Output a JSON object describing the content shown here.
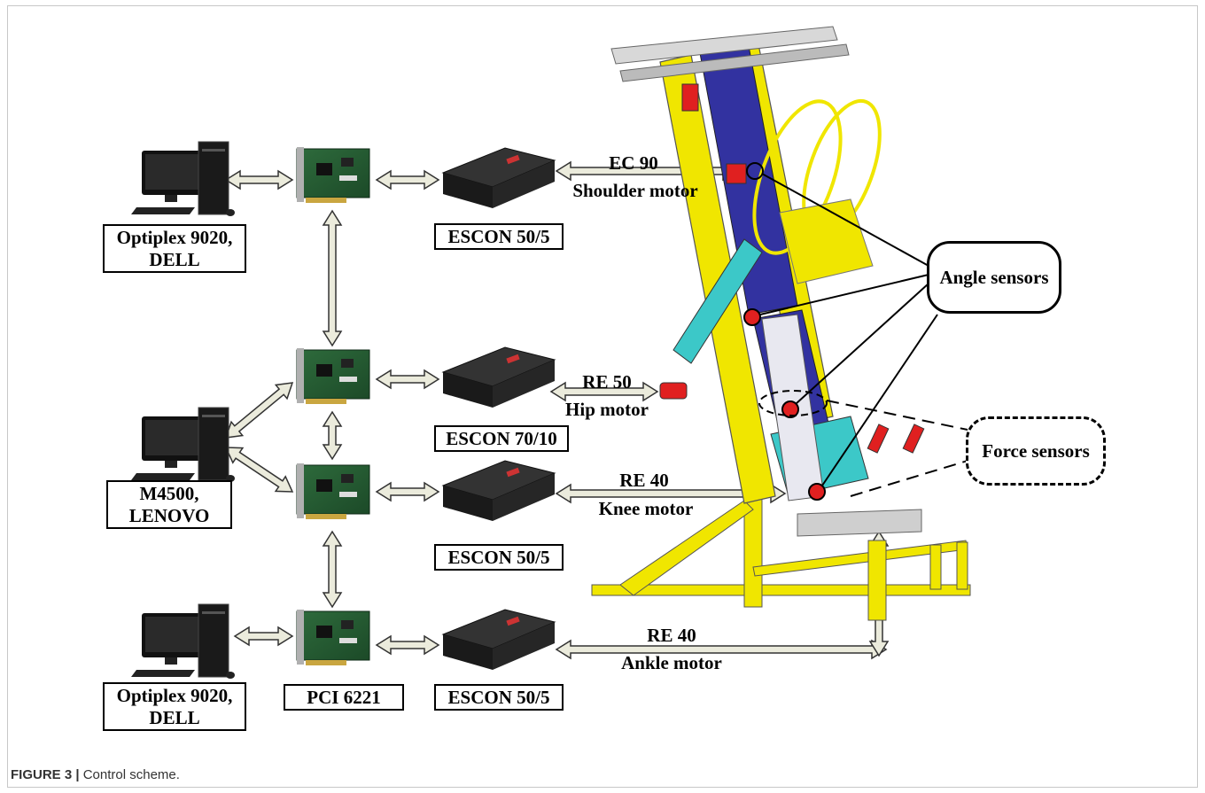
{
  "caption": {
    "figure_label": "FIGURE 3 |",
    "text": " Control scheme."
  },
  "computers": [
    {
      "line1": "Optiplex 9020,",
      "line2": "DELL"
    },
    {
      "line1": "M4500,",
      "line2": "LENOVO"
    },
    {
      "line1": "Optiplex 9020,",
      "line2": "DELL"
    }
  ],
  "daq_card": {
    "label": "PCI 6221"
  },
  "drivers": [
    "ESCON 50/5",
    "ESCON 70/10",
    "ESCON 50/5",
    "ESCON 50/5"
  ],
  "motors": [
    {
      "model": "EC 90",
      "name": "Shoulder motor"
    },
    {
      "model": "RE 50",
      "name": "Hip motor"
    },
    {
      "model": "RE 40",
      "name": "Knee motor"
    },
    {
      "model": "RE 40",
      "name": "Ankle motor"
    }
  ],
  "sensors": {
    "angle": "Angle sensors",
    "force": "Force sensors"
  },
  "colors": {
    "arrow_fill": "#ebebdc",
    "frame_yellow": "#f0e600",
    "panel_blue": "#3232a0",
    "accent_cyan": "#3cc8c8",
    "sensor_red": "#e02020"
  }
}
